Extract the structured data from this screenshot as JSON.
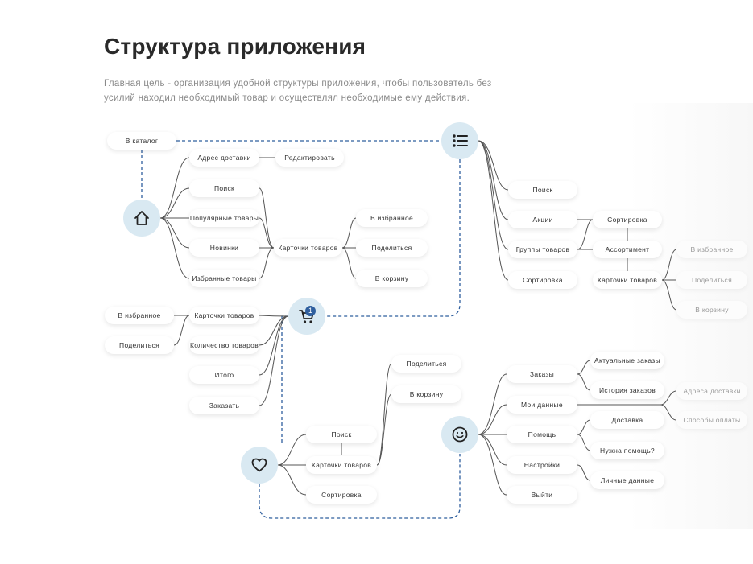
{
  "header": {
    "title": "Структура приложения",
    "description": "Главная цель - организация удобной структуры приложения, чтобы пользователь без усилий находил необходимый товар и осуществлял необходимые ему действия."
  },
  "colors": {
    "hub": "#d9e9f2",
    "dashed_link": "#2f5f9e",
    "badge": "#2f5f9e"
  },
  "hubs": {
    "home": {
      "icon": "home-icon"
    },
    "catalog": {
      "icon": "list-icon"
    },
    "cart": {
      "icon": "cart-icon",
      "badge": "1"
    },
    "favorites": {
      "icon": "heart-icon"
    },
    "profile": {
      "icon": "smile-icon"
    }
  },
  "home": {
    "to_catalog": "В каталог",
    "address": "Адрес доставки",
    "edit": "Редактировать",
    "search": "Поиск",
    "popular": "Популярные товары",
    "new": "Новинки",
    "featured": "Избранные товары",
    "cards": "Карточки товаров",
    "to_favorites": "В избранное",
    "share": "Поделиться",
    "to_cart": "В корзину"
  },
  "catalog": {
    "search": "Поиск",
    "promo": "Акции",
    "groups": "Группы товаров",
    "sort": "Сортировка",
    "sort2": "Сортировка",
    "assortment": "Ассортимент",
    "cards": "Карточки товаров",
    "to_favorites": "В избранное",
    "share": "Поделиться",
    "to_cart": "В корзину"
  },
  "cart": {
    "cards": "Карточки товаров",
    "to_favorites": "В избранное",
    "share": "Поделиться",
    "quantity": "Количество товаров",
    "total": "Итого",
    "order": "Заказать"
  },
  "favorites": {
    "search": "Поиск",
    "cards": "Карточки товаров",
    "sort": "Сортировка",
    "share": "Поделиться",
    "to_cart": "В корзину"
  },
  "profile": {
    "orders": "Заказы",
    "current_orders": "Актуальные заказы",
    "order_history": "История заказов",
    "my_data": "Мои данные",
    "addresses": "Адреса доставки",
    "payment": "Способы оплаты",
    "help": "Помощь",
    "delivery": "Доставка",
    "need_help": "Нужна помощь?",
    "settings": "Настройки",
    "personal": "Личные данные",
    "logout": "Выйти"
  }
}
